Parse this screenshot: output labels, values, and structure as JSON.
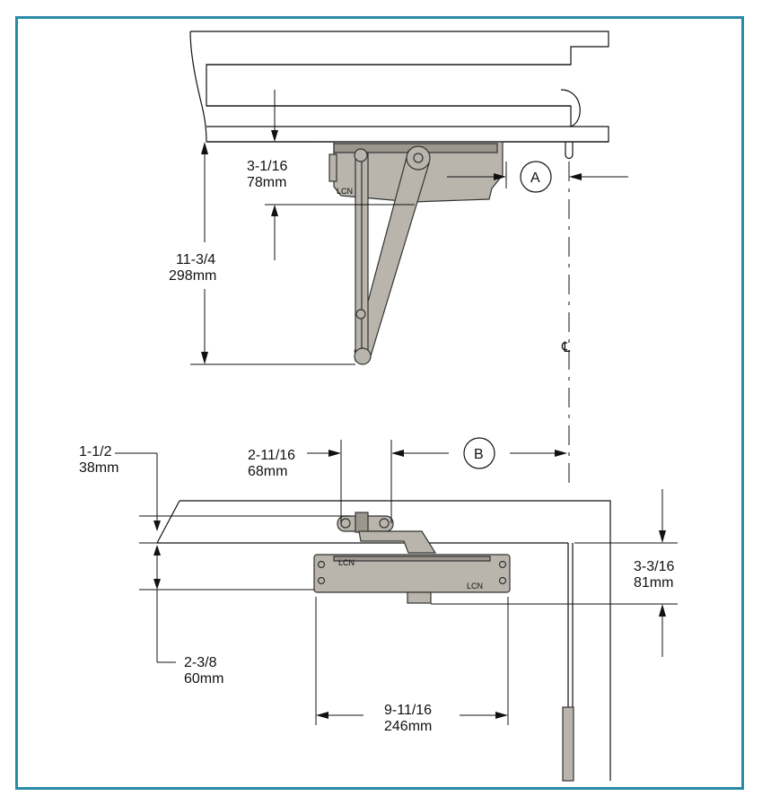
{
  "colors": {
    "frame_border": "#2a8ba8",
    "closer_body": "#b9b5ad",
    "line": "#111111"
  },
  "labels": {
    "arm_to_frame": "3-1/16",
    "arm_to_frame_mm": "78mm",
    "arm_projection": "11-3/4",
    "arm_projection_mm": "298mm",
    "callout_a": "A",
    "callout_b": "B",
    "centerline": "℄",
    "top_to_pivot": "1-1/2",
    "top_to_pivot_mm": "38mm",
    "pivot_spacing": "2-11/16",
    "pivot_spacing_mm": "68mm",
    "body_height": "3-3/16",
    "body_height_mm": "81mm",
    "body_offset": "2-3/8",
    "body_offset_mm": "60mm",
    "body_length": "9-11/16",
    "body_length_mm": "246mm",
    "brand_mark": "LCN"
  }
}
